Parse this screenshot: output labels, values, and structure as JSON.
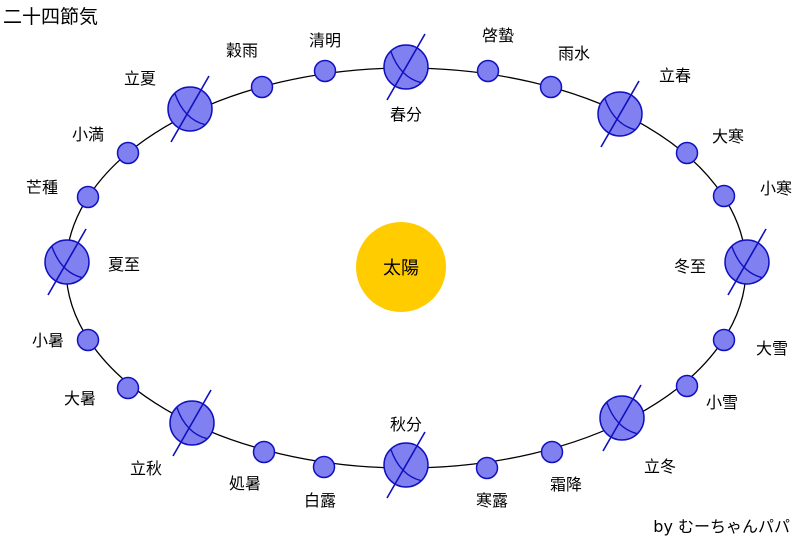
{
  "title": "二十四節気",
  "credit": "by むーちゃんパパ",
  "sun": {
    "label": "太陽",
    "color": "#ffcc00"
  },
  "colors": {
    "body_fill": "#8080f0",
    "body_stroke": "#1010c0",
    "orbit": "#000000",
    "label": "#000000"
  },
  "terms": [
    {
      "name": "春分",
      "major": true
    },
    {
      "name": "清明",
      "major": false
    },
    {
      "name": "穀雨",
      "major": false
    },
    {
      "name": "立夏",
      "major": true
    },
    {
      "name": "小満",
      "major": false
    },
    {
      "name": "芒種",
      "major": false
    },
    {
      "name": "夏至",
      "major": true
    },
    {
      "name": "小暑",
      "major": false
    },
    {
      "name": "大暑",
      "major": false
    },
    {
      "name": "立秋",
      "major": true
    },
    {
      "name": "処暑",
      "major": false
    },
    {
      "name": "白露",
      "major": false
    },
    {
      "name": "秋分",
      "major": true
    },
    {
      "name": "寒露",
      "major": false
    },
    {
      "name": "霜降",
      "major": false
    },
    {
      "name": "立冬",
      "major": true
    },
    {
      "name": "小雪",
      "major": false
    },
    {
      "name": "大雪",
      "major": false
    },
    {
      "name": "冬至",
      "major": true
    },
    {
      "name": "小寒",
      "major": false
    },
    {
      "name": "大寒",
      "major": false
    },
    {
      "name": "立春",
      "major": true
    },
    {
      "name": "雨水",
      "major": false
    },
    {
      "name": "啓蟄",
      "major": false
    }
  ]
}
